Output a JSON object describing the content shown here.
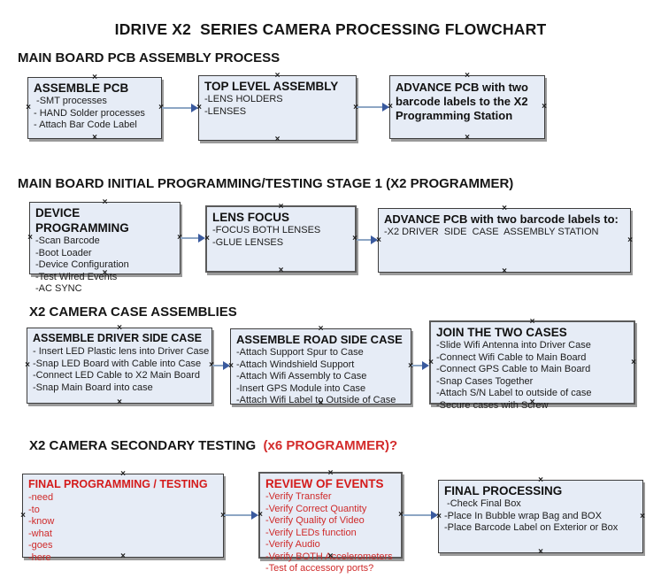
{
  "title": "IDRIVE X2  SERIES CAMERA PROCESSING FLOWCHART",
  "colors": {
    "box_fill": "#e6ecf6",
    "box_border": "#3d3d3d",
    "box_shadow": "#9a9a9a",
    "arrow_line": "#8da6c4",
    "arrow_head": "#3a5a9e",
    "heading_text": "#151515",
    "red_heading": "#d32b2b",
    "red_box_title": "#d41b1b",
    "red_box_text": "#cf2a2a"
  },
  "sections": [
    {
      "heading": "MAIN BOARD PCB ASSEMBLY PROCESS",
      "boxes": [
        {
          "title": "ASSEMBLE PCB",
          "items": [
            " -SMT processes",
            "- HAND Solder processes",
            "- Attach Bar Code Label"
          ]
        },
        {
          "title": "TOP LEVEL ASSEMBLY",
          "items": [
            "-LENS HOLDERS",
            "-LENSES"
          ]
        },
        {
          "title": "ADVANCE PCB with two barcode labels to the X2 Programming Station",
          "items": []
        }
      ]
    },
    {
      "heading": "MAIN BOARD INITIAL PROGRAMMING/TESTING STAGE 1 (X2 PROGRAMMER)",
      "boxes": [
        {
          "title": "DEVICE PROGRAMMING",
          "items": [
            "-Scan Barcode",
            "-Boot Loader",
            "-Device Configuration",
            "-Test Wired Events",
            "-AC SYNC"
          ]
        },
        {
          "title": "LENS FOCUS",
          "items": [
            "-FOCUS BOTH LENSES",
            "-GLUE LENSES"
          ]
        },
        {
          "title": "ADVANCE PCB with two barcode labels to:",
          "items": [
            "-X2 DRIVER  SIDE  CASE  ASSEMBLY STATION"
          ]
        }
      ]
    },
    {
      "heading": "X2 CAMERA CASE ASSEMBLIES",
      "boxes": [
        {
          "title": "ASSEMBLE DRIVER SIDE CASE",
          "items": [
            "- Insert LED Plastic lens into Driver Case",
            "-Snap LED Board with Cable into Case",
            "-Connect LED Cable to X2 Main Board",
            "-Snap Main Board into case"
          ]
        },
        {
          "title": "ASSEMBLE ROAD SIDE CASE",
          "items": [
            "-Attach Support Spur to Case",
            "-Attach Windshield Support",
            "-Attach Wifi Assembly to Case",
            "-Insert GPS Module into Case",
            "-Attach Wifi Label to Outside of Case"
          ]
        },
        {
          "title": "JOIN THE TWO CASES",
          "items": [
            "-Slide Wifi Antenna into Driver Case",
            "-Connect Wifi Cable to Main Board",
            "-Connect GPS Cable to Main Board",
            "-Snap Cases Together",
            "-Attach S/N Label to outside of case",
            "-Secure cases with Screw"
          ]
        }
      ]
    },
    {
      "heading": "X2 CAMERA SECONDARY TESTING  ",
      "heading_red": "(x6 PROGRAMMER)?",
      "boxes": [
        {
          "title": "FINAL PROGRAMMING / TESTING",
          "items": [
            "-need",
            "-to",
            "-know",
            "-what",
            "-goes",
            "-here"
          ]
        },
        {
          "title": "REVIEW OF EVENTS",
          "items": [
            "-Verify Transfer",
            "-Verify Correct Quantity",
            "-Verify Quality of Video",
            "-Verify LEDs function",
            "-Verify Audio",
            "-Verify BOTH Accelerometers",
            "-Test of accessory ports?"
          ]
        },
        {
          "title": "FINAL PROCESSING",
          "items": [
            " -Check Final Box",
            "-Place In Bubble wrap Bag and BOX",
            "-Place Barcode Label on Exterior or Box"
          ]
        }
      ]
    }
  ]
}
